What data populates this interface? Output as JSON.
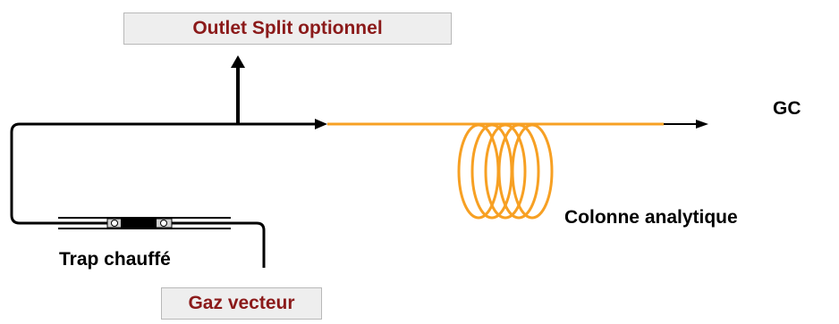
{
  "labels": {
    "outlet_split": "Outlet Split optionnel",
    "gc": "GC",
    "analytical_column": "Colonne analytique",
    "heated_trap": "Trap chauffé",
    "carrier_gas": "Gaz vecteur"
  },
  "colors": {
    "line": "#000000",
    "column": "#f7a023",
    "box_text": "#8b1a1a",
    "box_fill": "#eeeeee"
  }
}
